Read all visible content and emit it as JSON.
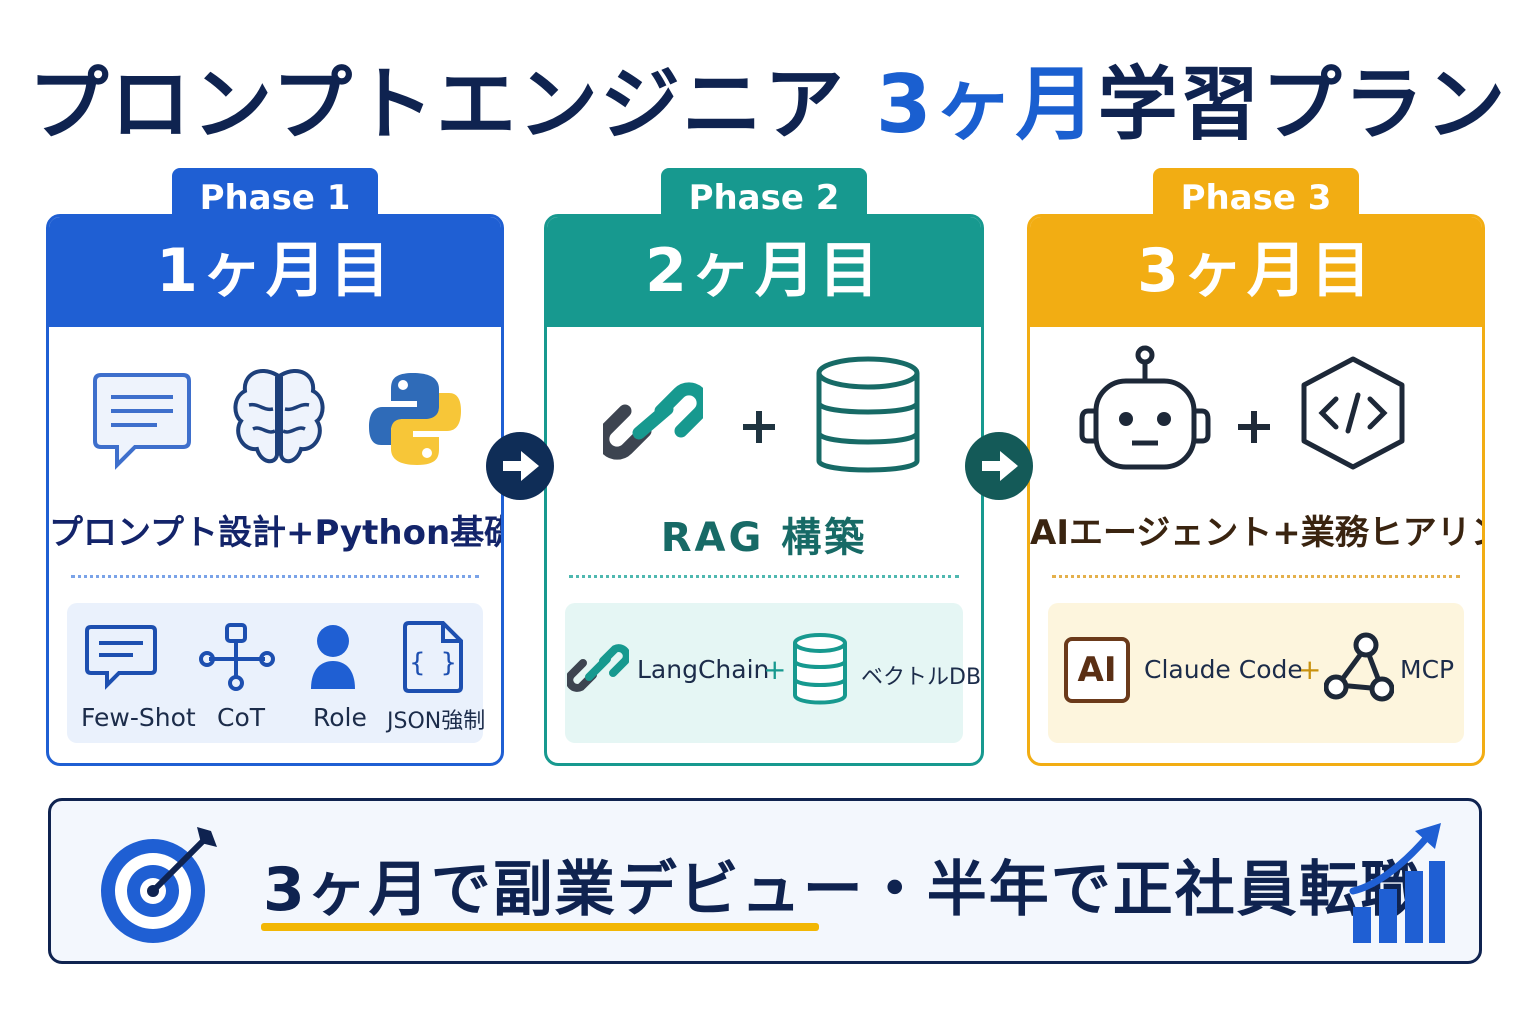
{
  "title": {
    "main": "プロンプトエンジニア",
    "accent": "3ヶ月",
    "tail": "学習プラン"
  },
  "phases": [
    {
      "tab": "Phase 1",
      "month": "1ヶ月目",
      "topic": "プロンプト設計+Python基礎",
      "icons": [
        "chat-icon",
        "brain-icon",
        "python-icon"
      ],
      "items": [
        "Few-Shot",
        "CoT",
        "Role",
        "JSON強制"
      ]
    },
    {
      "tab": "Phase 2",
      "month": "2ヶ月目",
      "topic": "RAG 構築",
      "icons": [
        "link-icon",
        "plus-icon",
        "database-icon"
      ],
      "items": [
        "LangChain",
        "+",
        "ベクトルDB"
      ]
    },
    {
      "tab": "Phase 3",
      "month": "3ヶ月目",
      "topic": "AIエージェント+業務ヒアリング",
      "icons": [
        "robot-icon",
        "plus-icon",
        "code-icon"
      ],
      "items": [
        "AI",
        "Claude Code",
        "+",
        "MCP"
      ]
    }
  ],
  "goal": {
    "text_a": "3ヶ月で副業デビュー",
    "text_b": "・半年で正社員転職",
    "icons": [
      "target-icon",
      "growth-chart-icon"
    ]
  },
  "colors": {
    "navy": "#0f2350",
    "blue": "#1f5fd3",
    "teal": "#17998f",
    "gold": "#f2ad13",
    "underline": "#f2b705"
  }
}
